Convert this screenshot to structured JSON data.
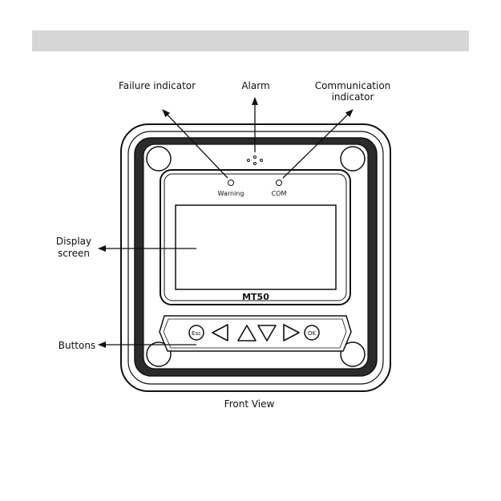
{
  "labels": {
    "failure_indicator": "Failure indicator",
    "alarm": "Alarm",
    "communication_line1": "Communication",
    "communication_line2": "indicator",
    "display_line1": "Display",
    "display_line2": "screen",
    "buttons": "Buttons",
    "front_view": "Front View"
  },
  "device": {
    "warning_led": "Warning",
    "com_led": "COM",
    "model": "MT50",
    "esc_button": "Esc",
    "ok_button": "OK"
  }
}
